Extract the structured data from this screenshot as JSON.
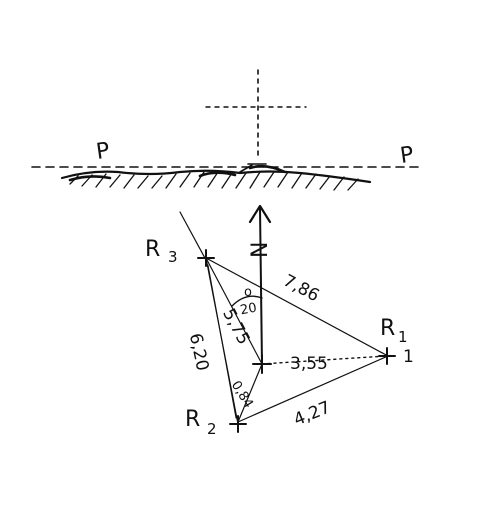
{
  "labels": {
    "plane_left": "P",
    "plane_right": "P",
    "north": "N",
    "r1_letter": "R",
    "r1_sub": "1",
    "r1_point": "1",
    "r2_letter": "R",
    "r2_sub": "2",
    "r3_letter": "R",
    "r3_sub": "3"
  },
  "measurements": {
    "r3_r1": "7,86",
    "c_r1": "3,55",
    "r2_r1": "4,27",
    "c_r3": "5,75",
    "r2_r3": "6,20",
    "c_r2": "0,84",
    "angle": "20",
    "degree": "o"
  }
}
